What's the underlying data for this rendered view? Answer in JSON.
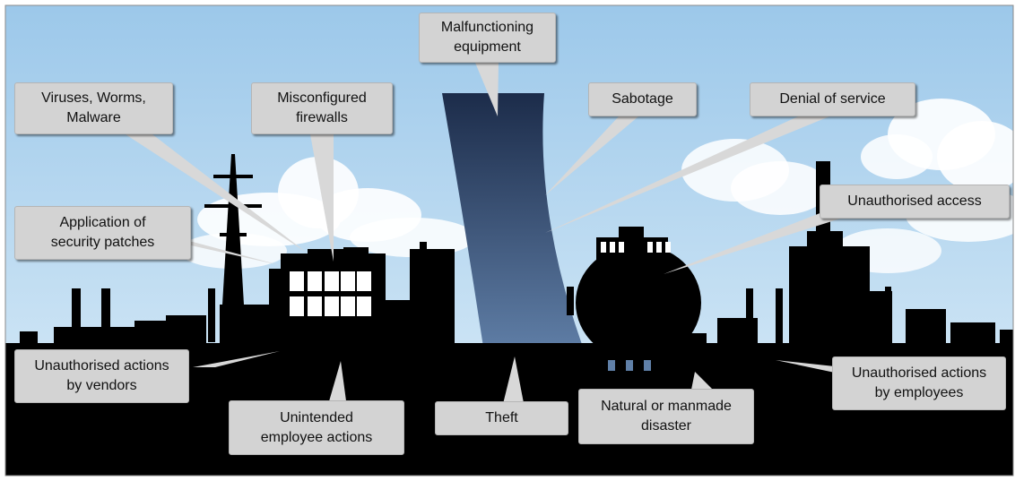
{
  "colors": {
    "sky_top": "#9cc8ea",
    "sky_bottom": "#d9ecf8",
    "silhouette": "#000000",
    "tower_top": "#1c2c4a",
    "tower_bottom": "#5e7ea8",
    "callout_fill": "#d3d3d3",
    "pointer": "#d8d8d8"
  },
  "labels": {
    "malfunctioning_equipment": "Malfunctioning\nequipment",
    "viruses": "Viruses, Worms,\nMalware",
    "misconfigured_firewalls": "Misconfigured\nfirewalls",
    "sabotage": "Sabotage",
    "denial_of_service": "Denial of service",
    "security_patches": "Application of\nsecurity patches",
    "unauthorised_access": "Unauthorised access",
    "vendors": "Unauthorised actions\nby vendors",
    "employees": "Unauthorised actions\nby employees",
    "unintended_actions": "Unintended\nemployee actions",
    "theft": "Theft",
    "disaster": "Natural or manmade\ndisaster"
  }
}
